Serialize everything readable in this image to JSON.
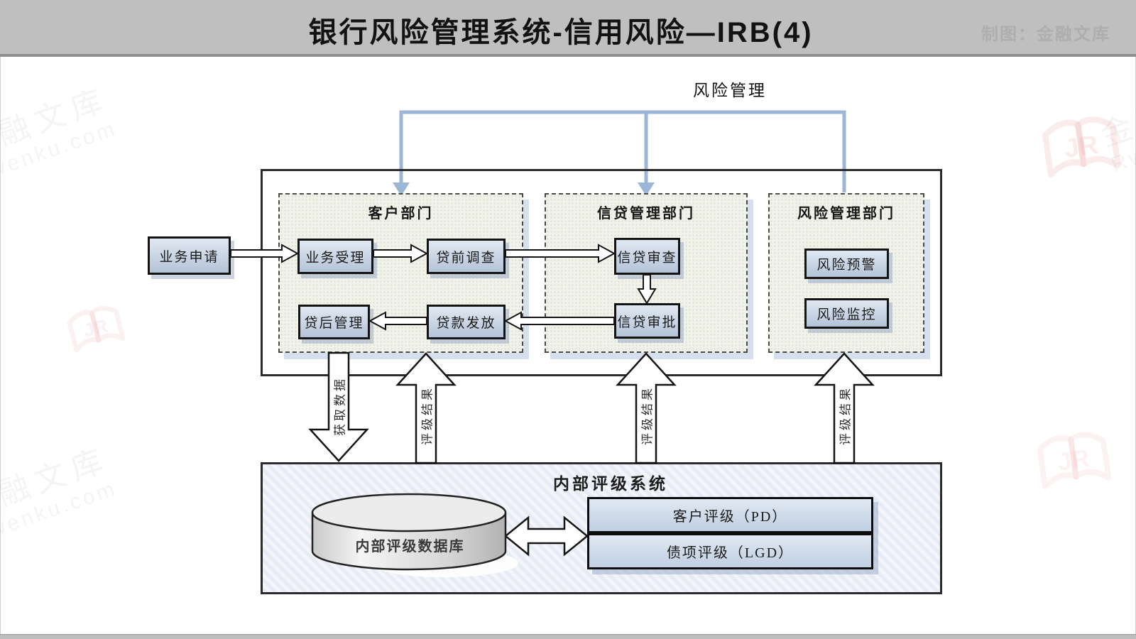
{
  "header": {
    "title": "银行风险管理系统-信用风险—IRB(4)",
    "credit": "制图：金融文库"
  },
  "diagram": {
    "risk_label": "风险管理",
    "entry_box": "业务申请",
    "departments": [
      {
        "title": "客户部门",
        "boxes": [
          "业务受理",
          "贷前调查",
          "贷后管理",
          "贷款发放"
        ]
      },
      {
        "title": "信贷管理部门",
        "boxes": [
          "信贷审查",
          "信贷审批"
        ]
      },
      {
        "title": "风险管理部门",
        "boxes": [
          "风险预警",
          "风险监控"
        ]
      }
    ],
    "arrows": {
      "down": "获取数据",
      "up": "评级结果"
    },
    "irb": {
      "title": "内部评级系统",
      "db": "内部评级数据库",
      "pd": "客户评级（PD）",
      "lgd": "债项评级（LGD）"
    }
  },
  "watermarks": {
    "brand": "金融文库",
    "site": "Rwenku.com",
    "logo": "JR"
  },
  "colors": {
    "header_bar": "#bfbfbf",
    "connector_blue": "#9cb6d8",
    "process_box_top": "#e0e8f2",
    "process_box_bottom": "#b4c3d8",
    "dashed_lane_fill": "#f1f3eb",
    "irb_stripe": "#e6ebf5",
    "lane_shadow": "#adc0dc"
  }
}
